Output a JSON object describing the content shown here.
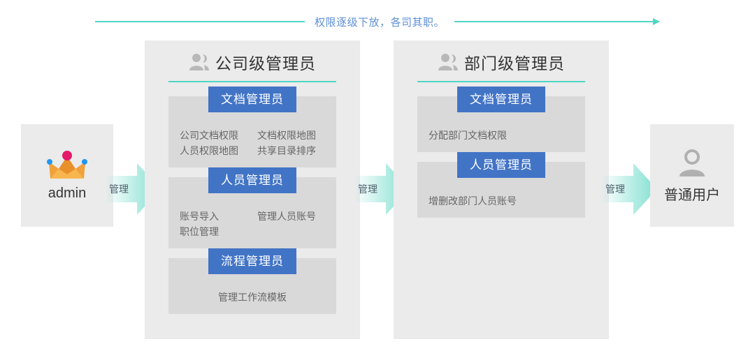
{
  "banner": {
    "text": "权限逐级下放，各司其职。",
    "line_color": "#4ed6c4",
    "text_color": "#5f90d8"
  },
  "admin": {
    "label": "admin",
    "icon": "crown-icon"
  },
  "end_user": {
    "label": "普通用户",
    "icon": "person-icon"
  },
  "arrows": {
    "admin_to_company": "管理",
    "company_to_dept": "管理",
    "dept_to_user": "管理"
  },
  "levels": [
    {
      "title": "公司级管理员",
      "icon": "group-icon",
      "cards": [
        {
          "badge": "文档管理员",
          "layout": "grid2",
          "items": [
            "公司文档权限",
            "文档权限地图",
            "人员权限地图",
            "共享目录排序"
          ]
        },
        {
          "badge": "人员管理员",
          "layout": "grid2",
          "items": [
            "账号导入",
            "管理人员账号",
            "职位管理"
          ]
        },
        {
          "badge": "流程管理员",
          "layout": "single-center",
          "items": [
            "管理工作流模板"
          ]
        }
      ]
    },
    {
      "title": "部门级管理员",
      "icon": "group-icon",
      "cards": [
        {
          "badge": "文档管理员",
          "layout": "left",
          "items": [
            "分配部门文档权限"
          ]
        },
        {
          "badge": "人员管理员",
          "layout": "left",
          "items": [
            "增删改部门人员账号"
          ]
        }
      ]
    }
  ],
  "colors": {
    "badge_blue": "#4274c6",
    "teal": "#4ed6c4",
    "panel_grey": "#ebebeb",
    "card_grey": "#d9d9d9",
    "crown_gold": "#f0a13c",
    "crown_pink": "#e4196b",
    "crown_blue": "#2196f3"
  }
}
